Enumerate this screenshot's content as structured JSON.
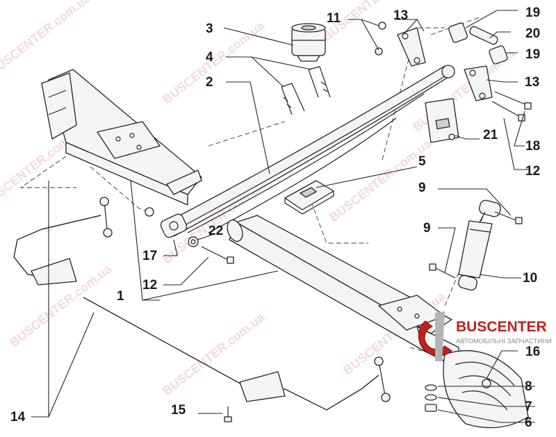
{
  "watermark_text": "BUSCENTER.com.ua",
  "logo": {
    "brand": "BUSCENTER",
    "tagline": "АВТОМОБІЛЬНІ ЗАПЧАСТИНИ"
  },
  "callouts": [
    {
      "id": "c1",
      "text": "1"
    },
    {
      "id": "c2",
      "text": "2"
    },
    {
      "id": "c3",
      "text": "3"
    },
    {
      "id": "c4",
      "text": "4"
    },
    {
      "id": "c5",
      "text": "5"
    },
    {
      "id": "c6",
      "text": "6"
    },
    {
      "id": "c7",
      "text": "7"
    },
    {
      "id": "c8",
      "text": "8"
    },
    {
      "id": "c9a",
      "text": "9"
    },
    {
      "id": "c9b",
      "text": "9"
    },
    {
      "id": "c10",
      "text": "10"
    },
    {
      "id": "c11",
      "text": "11"
    },
    {
      "id": "c12a",
      "text": "12"
    },
    {
      "id": "c12b",
      "text": "12"
    },
    {
      "id": "c13a",
      "text": "13"
    },
    {
      "id": "c13b",
      "text": "13"
    },
    {
      "id": "c14",
      "text": "14"
    },
    {
      "id": "c15",
      "text": "15"
    },
    {
      "id": "c16",
      "text": "16"
    },
    {
      "id": "c17",
      "text": "17"
    },
    {
      "id": "c18",
      "text": "18"
    },
    {
      "id": "c19a",
      "text": "19"
    },
    {
      "id": "c19b",
      "text": "19"
    },
    {
      "id": "c20",
      "text": "20"
    },
    {
      "id": "c21",
      "text": "21"
    },
    {
      "id": "c22",
      "text": "22"
    }
  ]
}
